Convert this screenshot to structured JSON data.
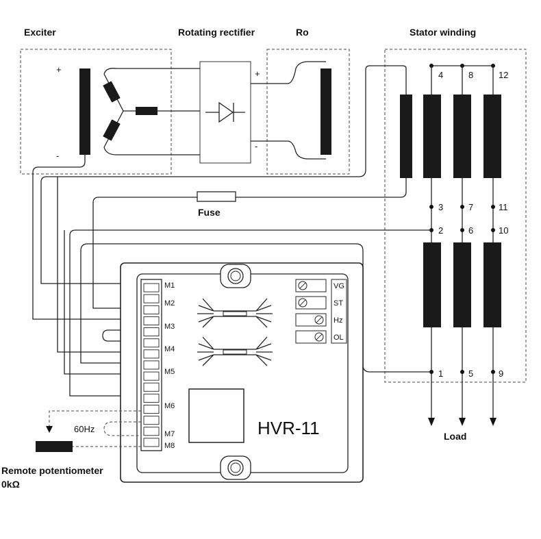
{
  "labels": {
    "exciter": "Exciter",
    "rotating_rectifier": "Rotating rectifier",
    "rotor": "Ro",
    "stator_winding": "Stator winding",
    "fuse": "Fuse",
    "load": "Load",
    "remote_pot": "Remote potentiometer",
    "remote_pot_value": "0kΩ",
    "freq": "60Hz",
    "model": "HVR-11",
    "plus_exciter": "+",
    "minus_exciter": "-",
    "plus_rotor": "+",
    "minus_rotor": "-"
  },
  "terminals": [
    "M1",
    "M2",
    "M3",
    "M4",
    "M5",
    "M6",
    "M7",
    "M8"
  ],
  "switches": [
    "VG",
    "ST",
    "Hz",
    "OL"
  ],
  "stator_top_numbers": [
    "4",
    "8",
    "12"
  ],
  "stator_mid_numbers_a": [
    "3",
    "7",
    "11"
  ],
  "stator_mid_numbers_b": [
    "2",
    "6",
    "10"
  ],
  "stator_bottom_numbers": [
    "1",
    "5",
    "9"
  ]
}
